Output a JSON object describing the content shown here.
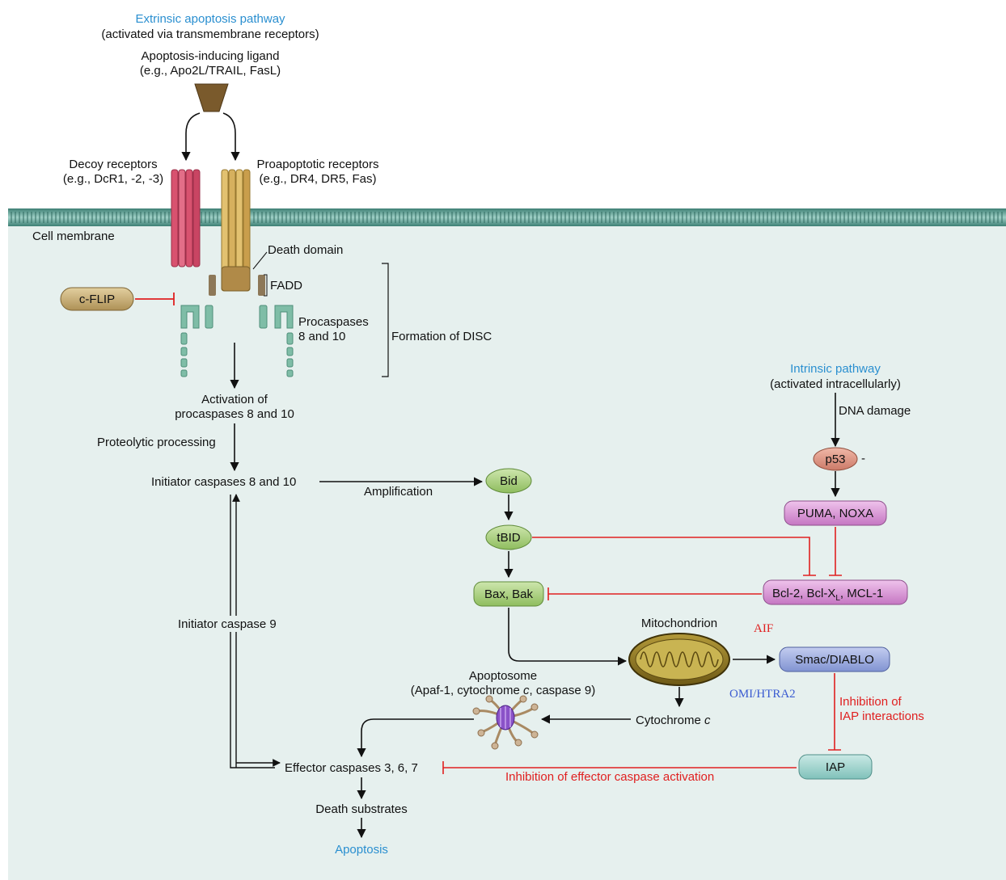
{
  "header": {
    "title": "Extrinsic apoptosis pathway",
    "subtitle": "(activated via transmembrane receptors)",
    "ligand_line1": "Apoptosis-inducing ligand",
    "ligand_line2": "(e.g., Apo2L/TRAIL, FasL)"
  },
  "receptors": {
    "decoy_line1": "Decoy receptors",
    "decoy_line2": "(e.g., DcR1, -2, -3)",
    "pro_line1": "Proapoptotic receptors",
    "pro_line2": "(e.g., DR4, DR5, Fas)"
  },
  "membrane": {
    "label": "Cell membrane"
  },
  "disc": {
    "death_domain": "Death domain",
    "fadd": "FADD",
    "procaspases_line1": "Procaspases",
    "procaspases_line2": "8 and 10",
    "formation": "Formation of DISC",
    "cflip": "c-FLIP"
  },
  "extrinsic_flow": {
    "activation_line1": "Activation of",
    "activation_line2": "procaspases 8 and 10",
    "proteolytic": "Proteolytic processing",
    "initiator_8_10": "Initiator caspases 8 and 10",
    "amplification": "Amplification",
    "initiator_9": "Initiator caspase 9",
    "effector": "Effector caspases 3, 6, 7",
    "death_substrates": "Death substrates",
    "apoptosis": "Apoptosis"
  },
  "intrinsic": {
    "title": "Intrinsic pathway",
    "subtitle": "(activated intracellularly)",
    "dna_damage": "DNA damage",
    "p53": "p53",
    "p53_mark": "-",
    "puma_noxa": "PUMA, NOXA",
    "bcl_main": "Bcl-2, Bcl-X",
    "bcl_sub": "L",
    "bcl_tail": ", MCL-1",
    "bid": "Bid",
    "tbid": "tBID",
    "bax_bak": "Bax, Bak",
    "mitochondrion": "Mitochondrion",
    "aif": "AIF",
    "smac": "Smac/DIABLO",
    "omi": "OMI/HTRA2",
    "inhibition_iap_line1": "Inhibition of",
    "inhibition_iap_line2": "IAP interactions",
    "iap": "IAP",
    "cytochrome": "Cytochrome",
    "cytochrome_c": "c",
    "apoptosome": "Apoptosome",
    "apoptosome_detail_a": "(Apaf-1, cytochrome ",
    "apoptosome_detail_c": "c",
    "apoptosome_detail_b": ", caspase 9)",
    "inhibition_effector": "Inhibition of effector caspase activation"
  },
  "colors": {
    "red": "#e02020",
    "blue": "#2a8fd0",
    "cell_bg": "#e6f0ee",
    "membrane": "#4f8f84",
    "decoy": "#d8526f",
    "pro": "#d6b05e",
    "procaspase": "#7fbda7",
    "green_node": "#a9cd7d",
    "pink_node": "#d78fd4",
    "blue_node": "#98a8de",
    "teal_node": "#9dd1cc",
    "tan_node": "#c8ad73"
  }
}
